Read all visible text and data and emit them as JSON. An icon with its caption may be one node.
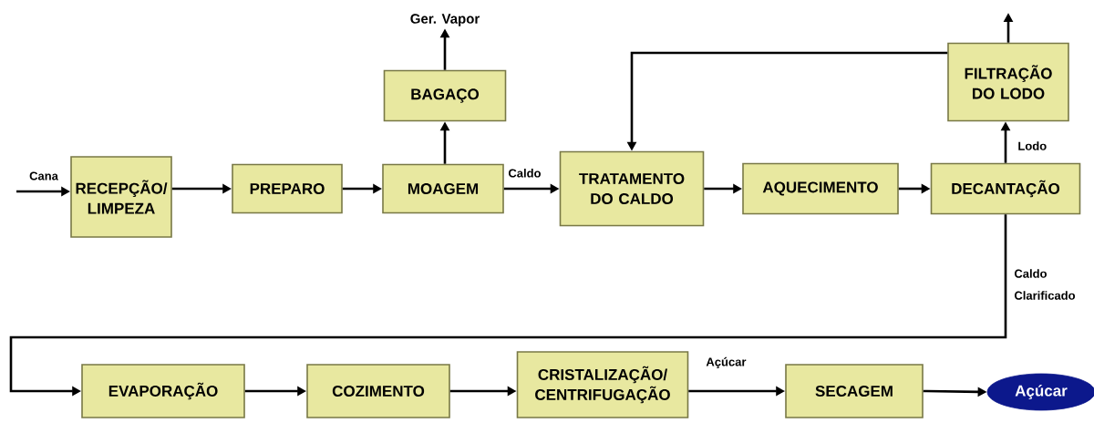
{
  "diagram": {
    "nodes": [
      {
        "text": [
          "RECEPÇÃO/ LIMPEZA"
        ]
      },
      {
        "text": [
          "PREPARO"
        ]
      },
      {
        "text": [
          "MOAGEM"
        ]
      },
      {
        "text": [
          "BAGAÇO"
        ]
      },
      {
        "text": [
          "Ger. Vapor"
        ]
      },
      {
        "text": [
          "TRATAMENTO DO CALDO"
        ]
      },
      {
        "text": [
          "AQUECIMENTO"
        ]
      },
      {
        "text": [
          "DECANTAÇÃO"
        ]
      },
      {
        "text": [
          "FILTRAÇÃO DO LODO"
        ]
      },
      {
        "text": [
          "EVAPORAÇÃO"
        ]
      },
      {
        "text": [
          "COZIMENTO"
        ]
      },
      {
        "text": [
          "CRISTALIZAÇÃO/ CENTRIFUGAÇÃO"
        ]
      },
      {
        "text": [
          "SECAGEM"
        ]
      },
      {
        "text": [
          "Açúcar"
        ]
      }
    ],
    "edges": [
      {
        "from": null,
        "to": 0,
        "arrow": "to",
        "label": "Cana"
      },
      {
        "from": 0,
        "to": 1,
        "arrow": "to"
      },
      {
        "from": 1,
        "to": 2,
        "arrow": "to"
      },
      {
        "from": 2,
        "to": 3,
        "arrow": "to"
      },
      {
        "from": 3,
        "to": 4,
        "arrow": "to"
      },
      {
        "from": 2,
        "to": 5,
        "arrow": "to",
        "label": "Caldo"
      },
      {
        "from": 5,
        "to": 6,
        "arrow": "to"
      },
      {
        "from": 6,
        "to": 7,
        "arrow": "to"
      },
      {
        "from": 7,
        "to": 8,
        "arrow": "to",
        "label": "Lodo"
      },
      {
        "from": 8,
        "to": null,
        "arrow": "to"
      },
      {
        "from": 8,
        "to": 5,
        "arrow": "to"
      },
      {
        "from": 7,
        "to": 9,
        "arrow": "to",
        "label": "Caldo Clarificado"
      },
      {
        "from": 9,
        "to": 10,
        "arrow": "to"
      },
      {
        "from": 10,
        "to": 11,
        "arrow": "to"
      },
      {
        "from": 11,
        "to": 12,
        "arrow": "to",
        "label": "Açúcar"
      },
      {
        "from": 12,
        "to": 13,
        "arrow": "to"
      }
    ]
  }
}
